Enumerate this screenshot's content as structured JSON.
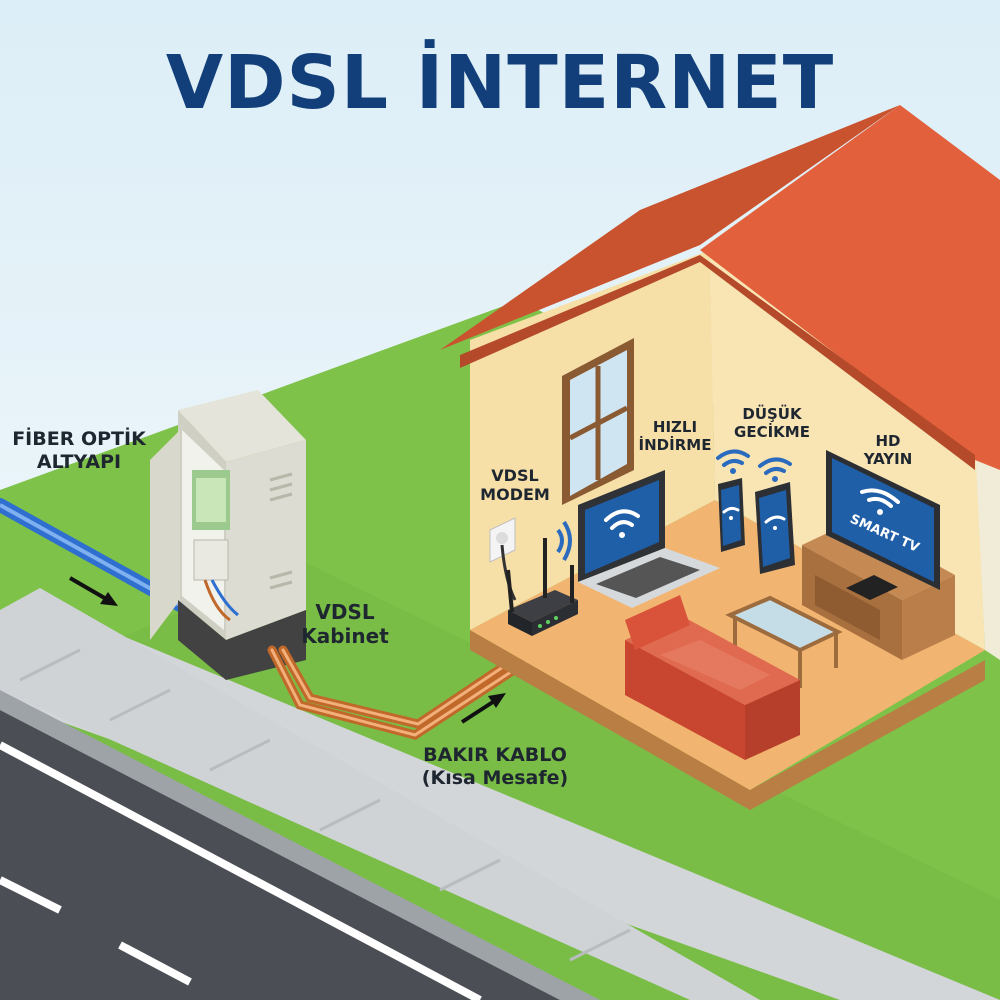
{
  "title": "VDSL İNTERNET",
  "labels": {
    "fiber_line1": "FİBER OPTİK",
    "fiber_line2": "ALTYAPI",
    "cabinet_line1": "VDSL",
    "cabinet_line2": "Kabinet",
    "modem_line1": "VDSL",
    "modem_line2": "MODEM",
    "download_line1": "HIZLI",
    "download_line2": "İNDİRME",
    "latency_line1": "DÜŞÜK",
    "latency_line2": "GECİKME",
    "hd_line1": "HD",
    "hd_line2": "YAYIN",
    "copper_line1": "BAKIR KABLO",
    "copper_line2": "(Kısa Mesafe)",
    "tv_text": "SMART TV"
  },
  "colors": {
    "title": "#123f7a",
    "roof": "#e2603b",
    "wall": "#f7dfa8",
    "floor": "#f2b571",
    "grass": "#7ec24a",
    "road": "#4b4f55",
    "sidewalk": "#d3d6d9",
    "fiber": "#2f6fd0",
    "copper": "#c0692a",
    "device_blue": "#1f5fa8",
    "sofa": "#d9533b"
  },
  "icons": [
    "wifi-icon",
    "arrow-icon",
    "power-socket-icon"
  ]
}
